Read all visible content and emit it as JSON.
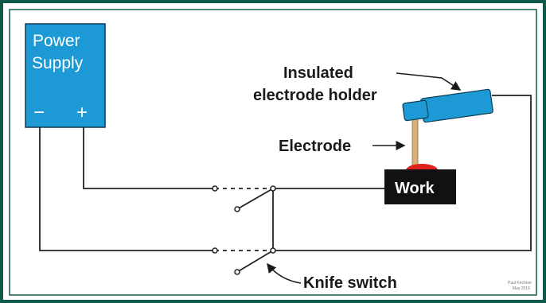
{
  "diagram": {
    "power_supply": {
      "line1": "Power",
      "line2": "Supply",
      "minus": "−",
      "plus": "+"
    },
    "labels": {
      "holder_line1": "Insulated",
      "holder_line2": "electrode holder",
      "electrode": "Electrode",
      "work": "Work",
      "knife_switch": "Knife switch"
    },
    "credit": {
      "line1": "Paul Kirchner",
      "line2": "May 2019"
    },
    "colors": {
      "frame": "#0f5a4a",
      "power_supply_fill": "#1d9ad6",
      "work_fill": "#111111",
      "work_cap": "#e0201c",
      "holder_fill": "#1d9ad6",
      "electrode_rod": "#d9b07a",
      "wire": "#222222"
    }
  }
}
